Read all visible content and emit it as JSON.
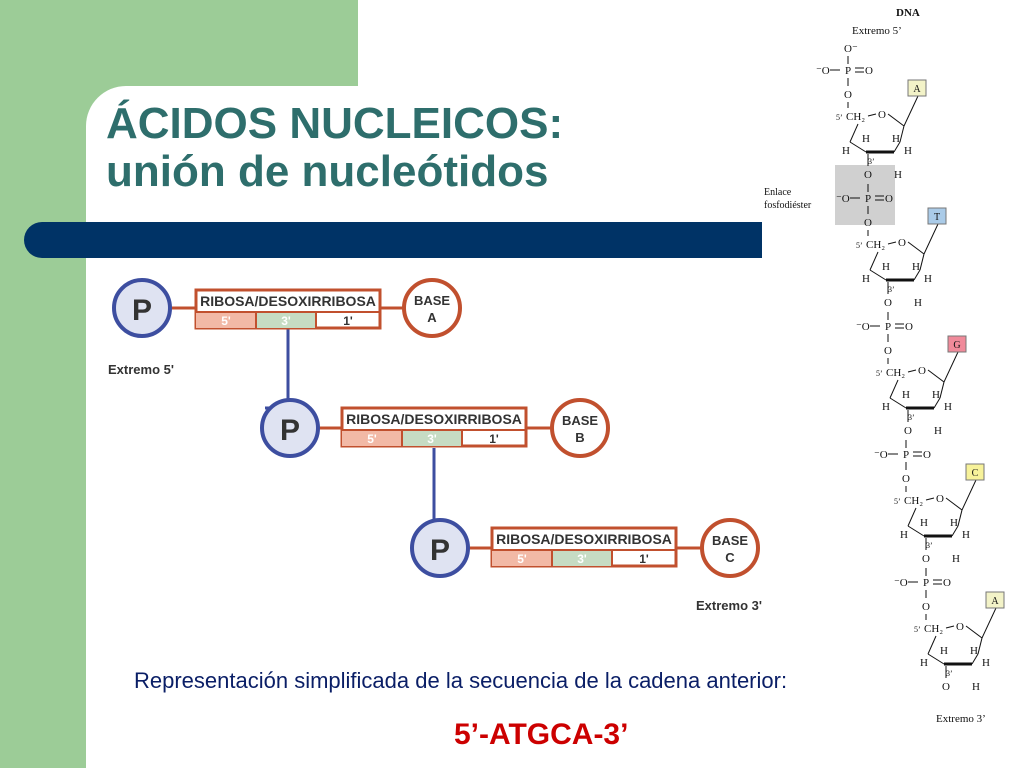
{
  "slide": {
    "title_line1": "ÁCIDOS NUCLEICOS:",
    "title_line2": "unión de nucleótidos",
    "summary": "Representación simplificada de la secuencia de la cadena anterior:",
    "sequence": "5’-ATGCA-3’"
  },
  "schematic": {
    "phosphate_label": "P",
    "sugar_label": "RIBOSA/DESOXIRRIBOSA",
    "carbon_labels": [
      "5'",
      "3'",
      "1'"
    ],
    "base_word": "BASE",
    "bases": [
      "A",
      "B",
      "C"
    ],
    "end_5_label": "Extremo 5'",
    "end_3_label": "Extremo 3'"
  },
  "strand": {
    "title": "DNA",
    "end_5": "Extremo 5’",
    "end_3": "Extremo 3’",
    "bond_label_1": "Enlace",
    "bond_label_2": "fosfodiéster",
    "bases": [
      "A",
      "T",
      "G",
      "C",
      "A"
    ],
    "base_colors": [
      "#f3f3c8",
      "#aacbe8",
      "#f08a9a",
      "#f7f29a",
      "#f3f3c8"
    ],
    "atoms": {
      "o": "O",
      "o_minus": "O⁻",
      "minus_o": "⁻O",
      "p": "P",
      "ch2": "CH₂",
      "h": "H",
      "five_prime": "5’",
      "three_prime": "3’"
    }
  },
  "colors": {
    "accent_green": "#9ccc97",
    "title_teal": "#2e6e6c",
    "bar_navy": "#003366",
    "sugar_red": "#c1502e",
    "phosphate_blue": "#3d4ea0",
    "sequence_red": "#cc0000"
  }
}
